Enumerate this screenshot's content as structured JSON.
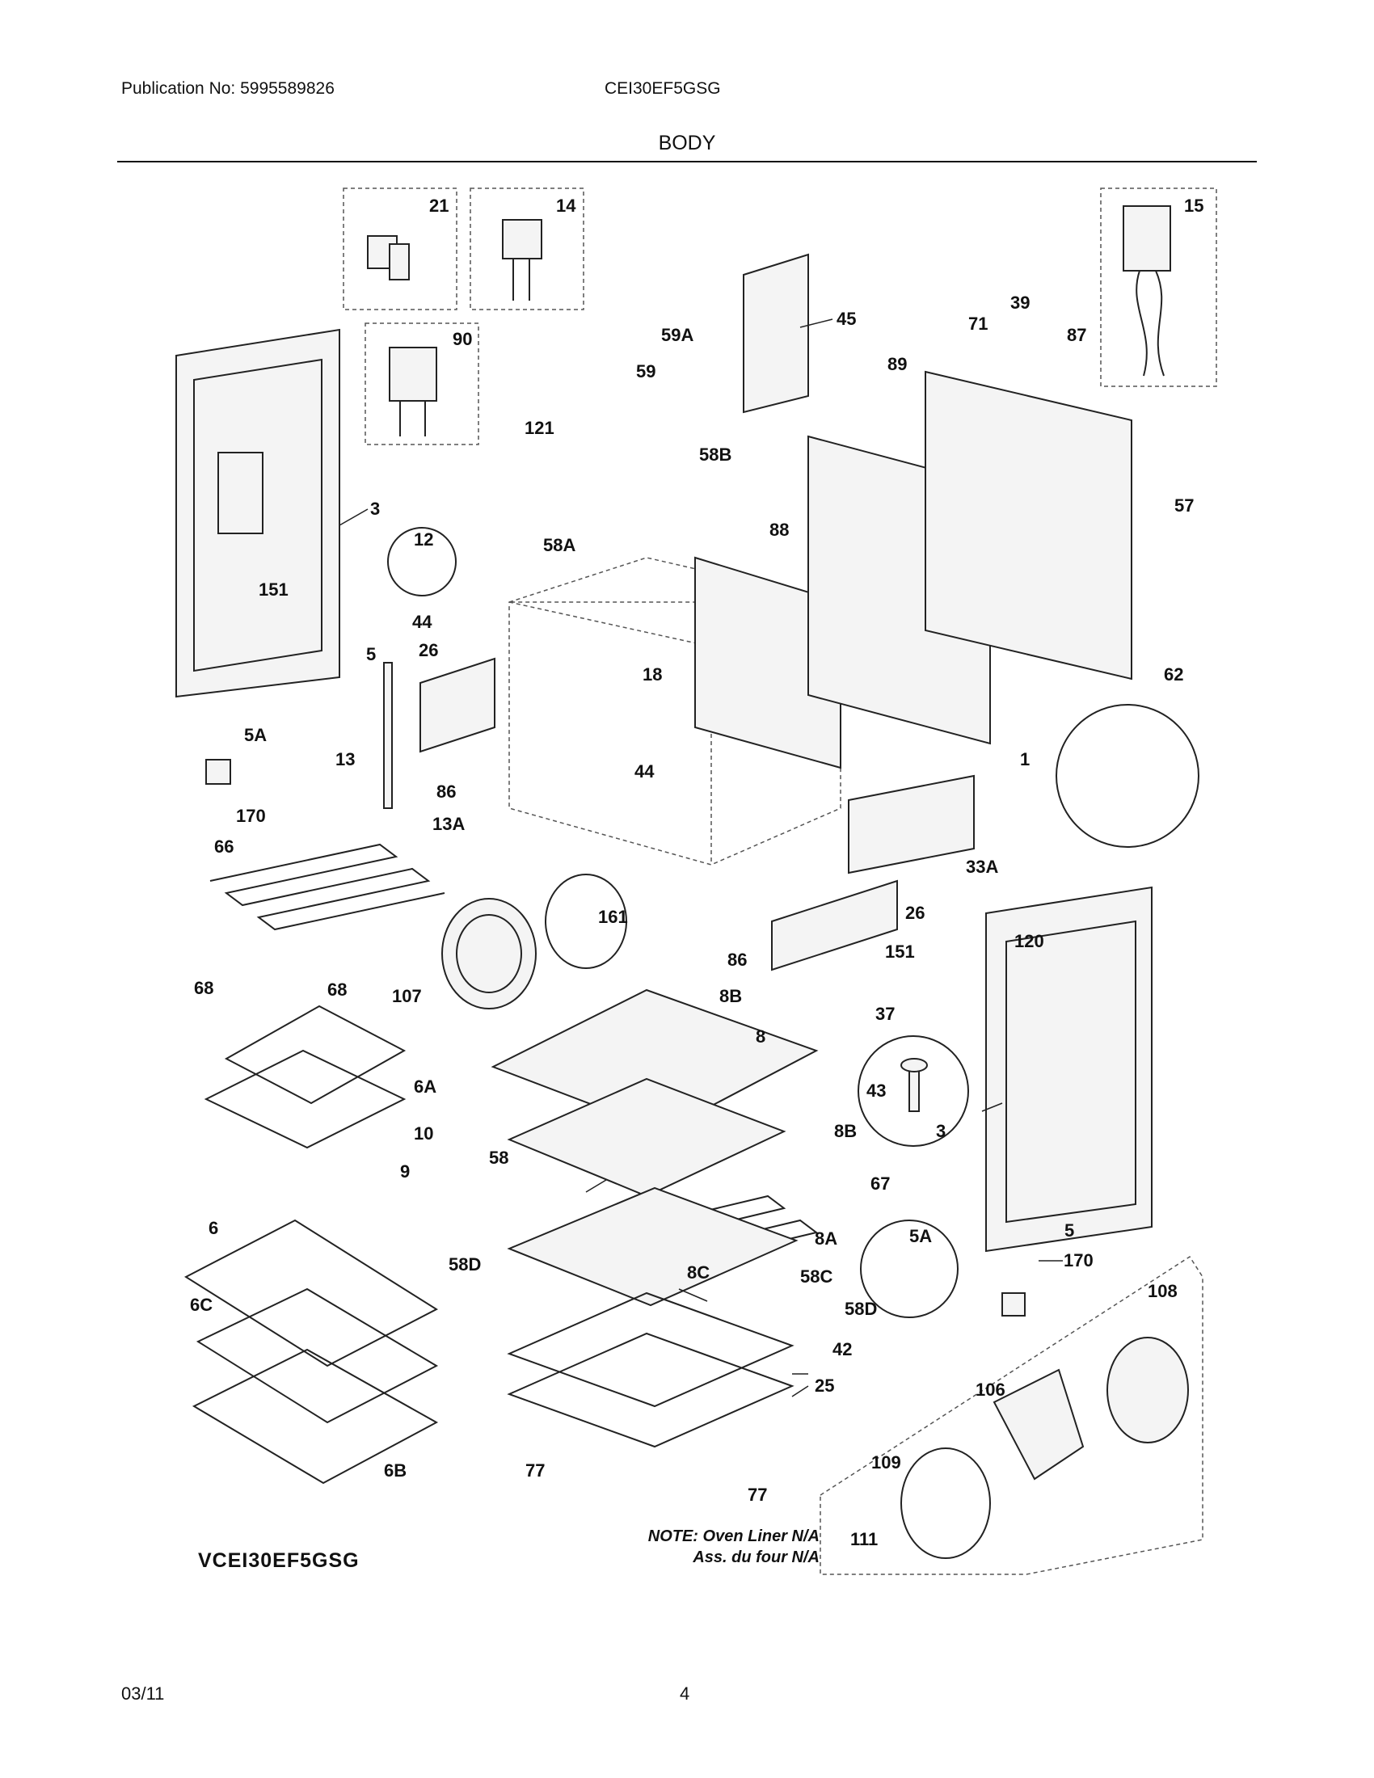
{
  "header": {
    "publication": "Publication No: 5995589826",
    "model": "CEI30EF5GSG",
    "section": "BODY"
  },
  "callouts": [
    "21",
    "14",
    "15",
    "39",
    "90",
    "45",
    "59A",
    "71",
    "87",
    "89",
    "59",
    "121",
    "58B",
    "88",
    "57",
    "3",
    "12",
    "58A",
    "151",
    "44",
    "18",
    "26",
    "5",
    "62",
    "5A",
    "13",
    "44",
    "86",
    "1",
    "170",
    "13A",
    "66",
    "33A",
    "161",
    "120",
    "26",
    "68",
    "68",
    "86",
    "151",
    "107",
    "8B",
    "37",
    "8",
    "6A",
    "43",
    "8B",
    "10",
    "3",
    "58",
    "67",
    "9",
    "6",
    "8A",
    "5A",
    "58D",
    "8C",
    "58C",
    "5",
    "170",
    "6C",
    "58D",
    "108",
    "42",
    "106",
    "25",
    "109",
    "6B",
    "77",
    "77",
    "111"
  ],
  "variant_code": "VCEI30EF5GSG",
  "note": {
    "line1": "NOTE: Oven Liner N/A",
    "line2": "Ass. du four N/A"
  },
  "footer": {
    "date": "03/11",
    "page": "4"
  },
  "icons": [
    "terminal-block-icon",
    "switch-icon",
    "sensor-harness-icon",
    "capacitor-icon",
    "oven-door-icon",
    "oven-liner-icon",
    "bake-element-icon",
    "broil-element-icon",
    "oven-rack-icon",
    "convection-fan-icon",
    "leveling-leg-icon",
    "screw-icon"
  ]
}
